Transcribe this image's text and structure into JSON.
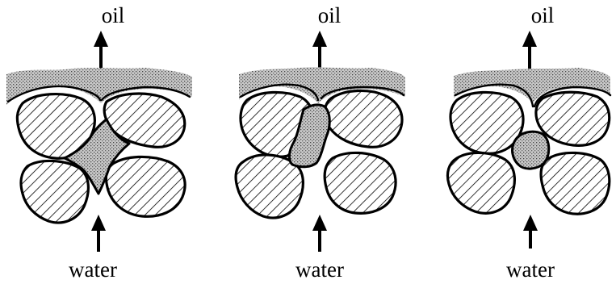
{
  "panels": [
    {
      "top_label": "oil",
      "bottom_label": "water"
    },
    {
      "top_label": "oil",
      "bottom_label": "water"
    },
    {
      "top_label": "oil",
      "bottom_label": "water"
    }
  ]
}
